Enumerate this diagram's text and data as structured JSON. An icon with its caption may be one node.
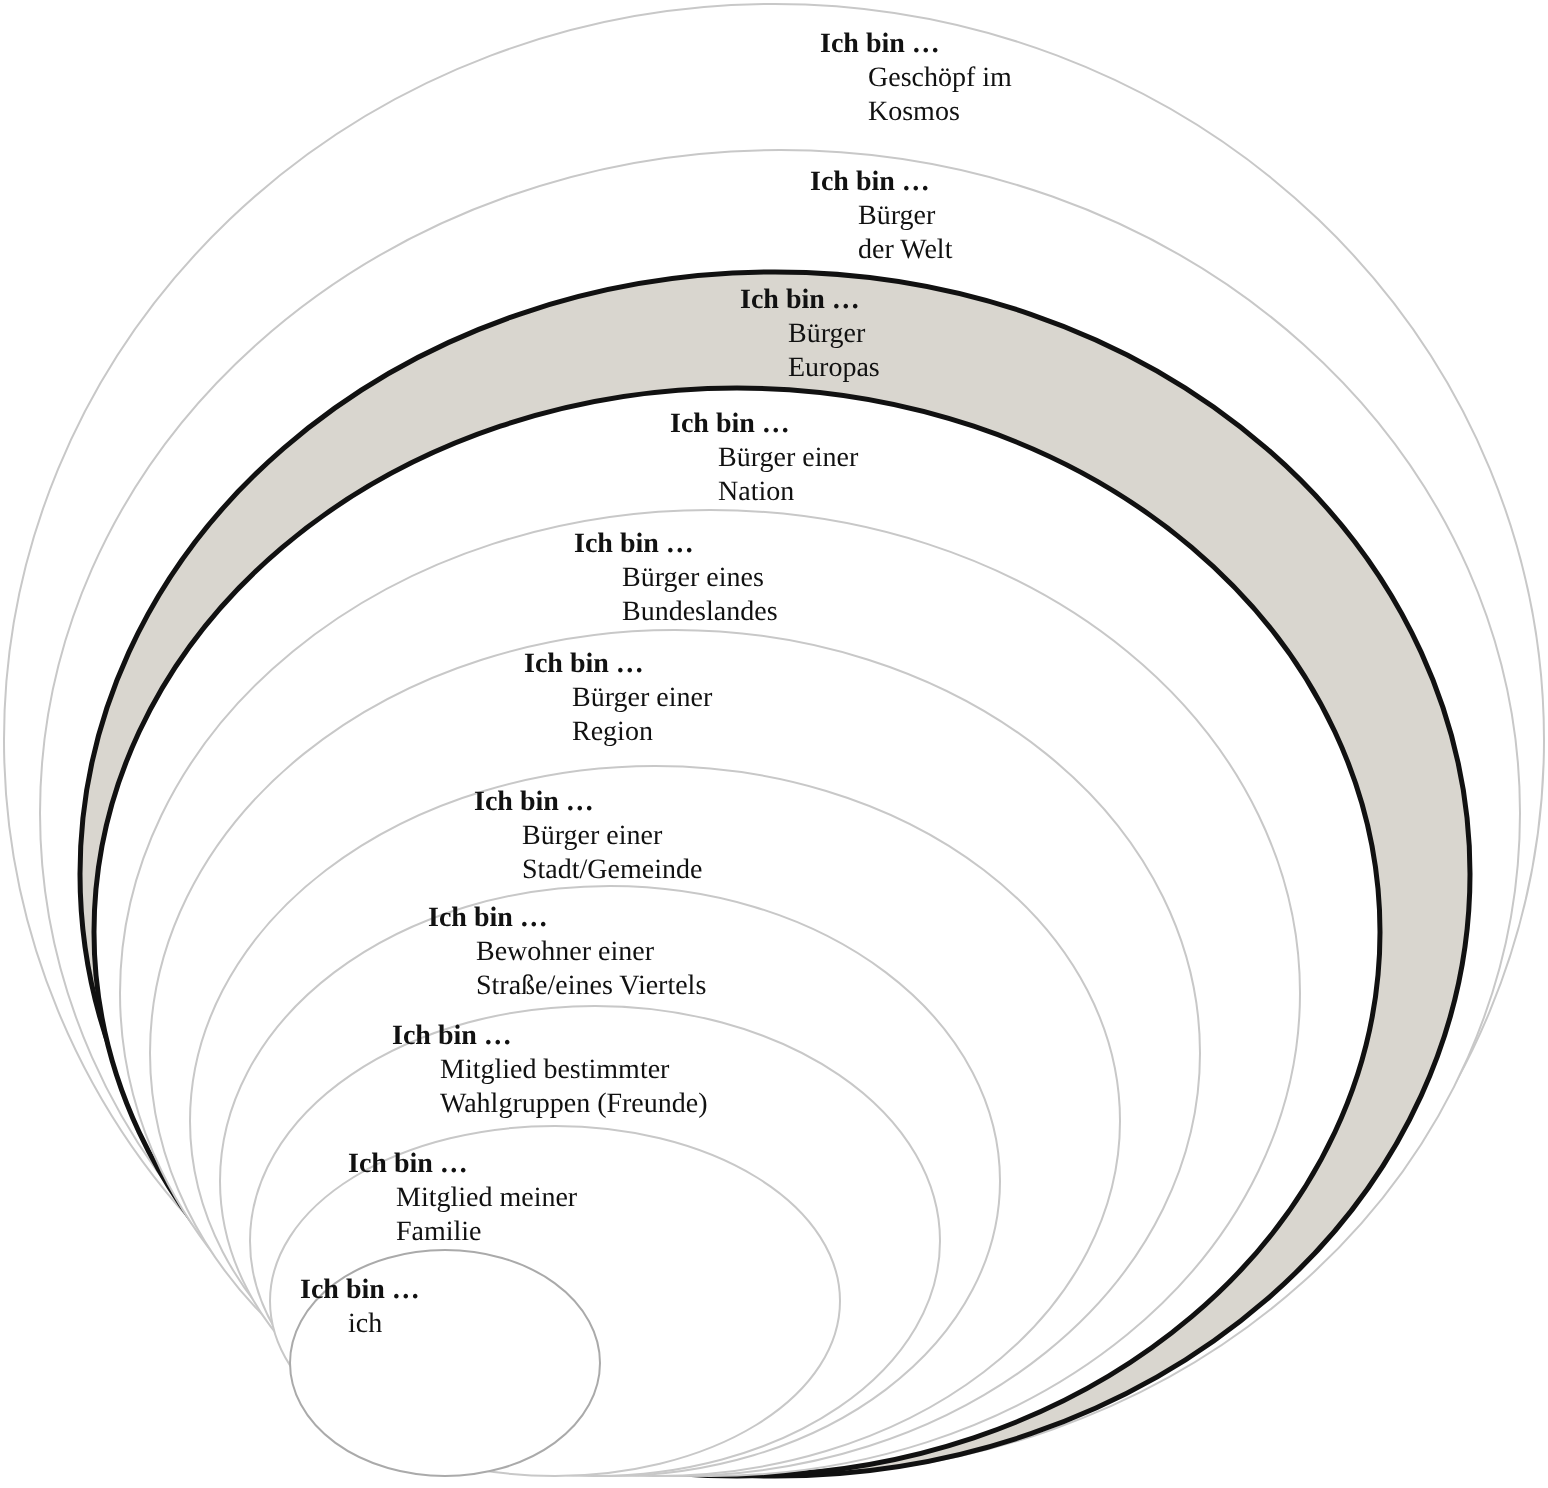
{
  "diagram": {
    "nodes": [
      {
        "text": [
          "Ich bin …",
          "Geschöpf im Kosmos"
        ]
      },
      {
        "text": [
          "Ich bin …",
          "Bürger der Welt"
        ],
        "in": 0
      },
      {
        "text": [
          "Ich bin …",
          "Bürger Europas"
        ],
        "in": 1
      },
      {
        "text": [
          "Ich bin …",
          "Bürger einer Nation"
        ],
        "in": 2
      },
      {
        "text": [
          "Ich bin …",
          "Bürger eines Bundeslandes"
        ],
        "in": 3
      },
      {
        "text": [
          "Ich bin …",
          "Bürger einer Region"
        ],
        "in": 4
      },
      {
        "text": [
          "Ich bin …",
          "Bürger einer Stadt/Gemeinde"
        ],
        "in": 5
      },
      {
        "text": [
          "Ich bin …",
          "Bewohner einer Straße/eines Viertels"
        ],
        "in": 6
      },
      {
        "text": [
          "Ich bin …",
          "Mitglied bestimmter Wahlgruppen (Freunde)"
        ],
        "in": 7
      },
      {
        "text": [
          "Ich bin …",
          "Mitglied meiner Familie"
        ],
        "in": 8
      },
      {
        "text": [
          "Ich bin …",
          "ich"
        ],
        "in": 9
      }
    ]
  }
}
